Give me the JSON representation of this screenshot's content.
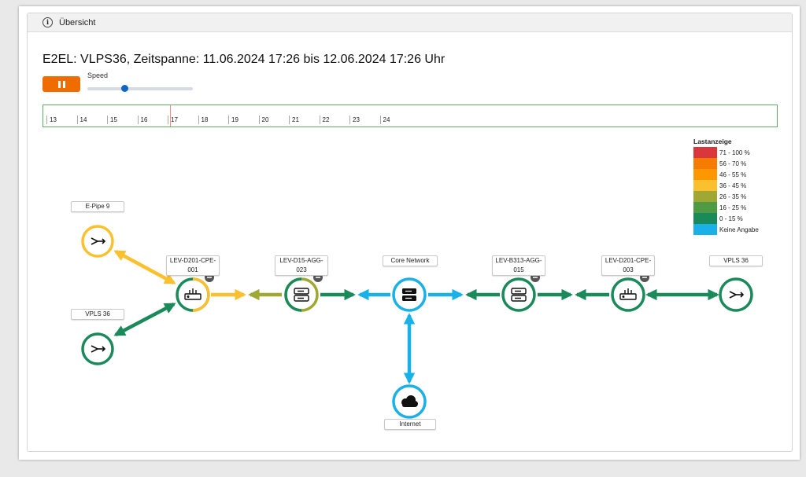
{
  "header": {
    "title": "Übersicht",
    "info_icon": "info-icon"
  },
  "page_title": "E2EL: VLPS36, Zeitspanne: 11.06.2024 17:26 bis 12.06.2024 17:26 Uhr",
  "controls": {
    "pause_icon": "pause-icon",
    "speed_label": "Speed",
    "speed_value_fraction": 0.35
  },
  "timeline": {
    "ticks": [
      "13",
      "14",
      "15",
      "16",
      "17",
      "18",
      "19",
      "20",
      "21",
      "22",
      "23",
      "24"
    ],
    "cursor_fraction": 0.34
  },
  "legend": {
    "title": "Lastanzeige",
    "items": [
      {
        "label": "71 - 100 %",
        "color": "#d9363e"
      },
      {
        "label": "56 - 70 %",
        "color": "#f57c00"
      },
      {
        "label": "46 - 55 %",
        "color": "#ff9800"
      },
      {
        "label": "36 - 45 %",
        "color": "#fbc02d"
      },
      {
        "label": "26 - 35 %",
        "color": "#9ea833"
      },
      {
        "label": "16 - 25 %",
        "color": "#4f9a45"
      },
      {
        "label": "0 - 15 %",
        "color": "#1b8a5a"
      },
      {
        "label": "Keine Angabe",
        "color": "#1ab0e8"
      }
    ]
  },
  "nodes": {
    "epipe9": {
      "label": "E-Pipe 9",
      "icon": "merge-icon"
    },
    "vpls36_left": {
      "label": "VPLS 36",
      "icon": "merge-icon"
    },
    "cpe001": {
      "label": "LEV-D201-CPE-001",
      "icon": "router-icon"
    },
    "agg023": {
      "label": "LEV-D15-AGG-023",
      "icon": "server-icon"
    },
    "core": {
      "label": "Core Network",
      "icon": "server-icon"
    },
    "agg015": {
      "label": "LEV-B313-AGG-015",
      "icon": "server-icon"
    },
    "cpe003": {
      "label": "LEV-D201-CPE-003",
      "icon": "router-icon"
    },
    "vpls36_right": {
      "label": "VPLS 36",
      "icon": "merge-icon"
    },
    "internet": {
      "label": "Internet",
      "icon": "cloud-icon"
    }
  },
  "colors": {
    "yellow": "#fbc02d",
    "olive": "#9ea833",
    "green": "#1b8a5a",
    "blue": "#1ab0e8",
    "accent": "#ef6c00",
    "badge": "#555555"
  }
}
